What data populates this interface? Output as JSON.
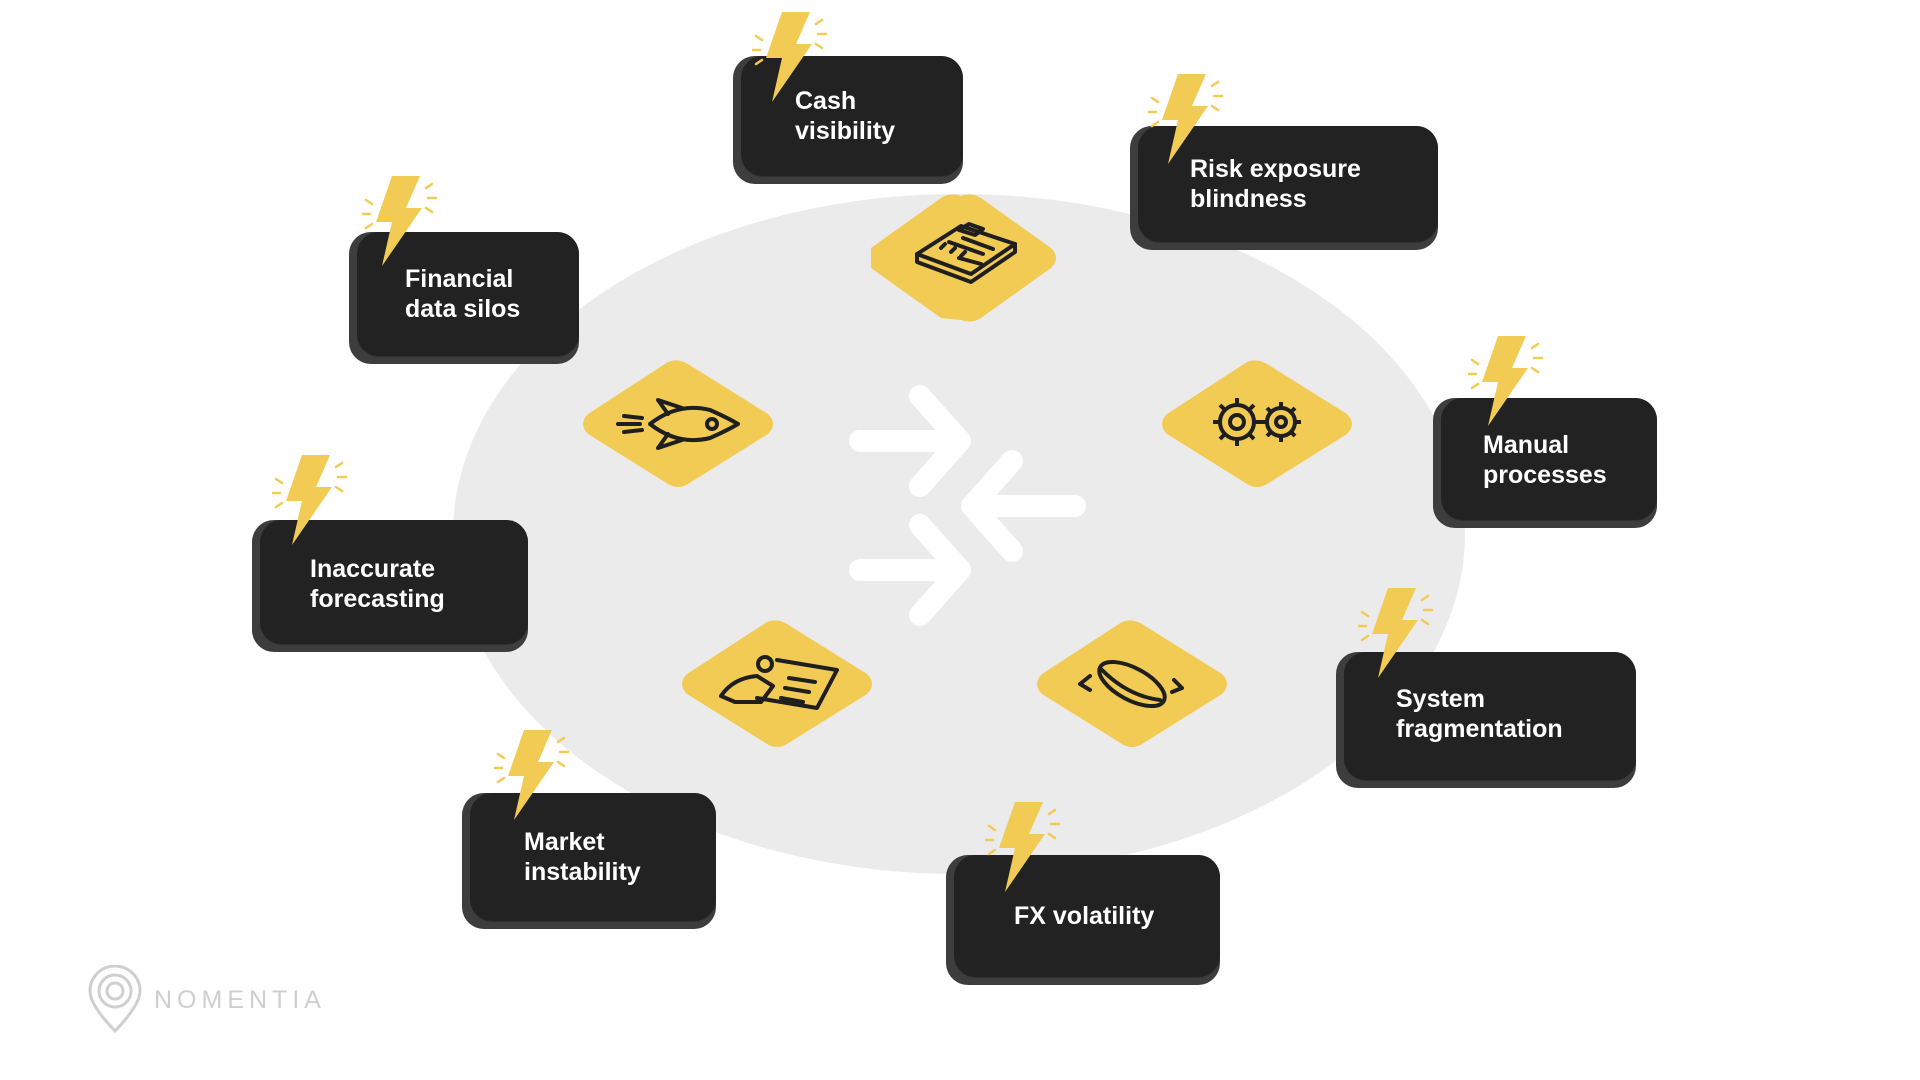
{
  "colors": {
    "background": "#ffffff",
    "ellipse": "#ebebeb",
    "card": "#222222",
    "card_shadow": "#3d3d3d",
    "accent_yellow": "#f2cb54",
    "arrow": "#ffffff",
    "logo": "#cfcfcf"
  },
  "challenges": [
    {
      "id": "cash-visibility",
      "label": "Cash\nvisibility"
    },
    {
      "id": "risk-exposure-blindness",
      "label": "Risk exposure\nblindness"
    },
    {
      "id": "financial-data-silos",
      "label": "Financial\ndata silos"
    },
    {
      "id": "manual-processes",
      "label": "Manual\nprocesses"
    },
    {
      "id": "inaccurate-forecasting",
      "label": "Inaccurate\nforecasting"
    },
    {
      "id": "system-fragmentation",
      "label": "System\nfragmentation"
    },
    {
      "id": "market-instability",
      "label": "Market\ninstability"
    },
    {
      "id": "fx-volatility",
      "label": "FX volatility"
    }
  ],
  "icons": [
    "clipboard-icon",
    "rocket-icon",
    "gears-icon",
    "person-document-icon",
    "coin-flip-icon",
    "lightning-bolt-icon",
    "converging-arrows-icon"
  ],
  "logo": {
    "text": "NOMENTIA",
    "icon": "map-pin-logo-icon"
  }
}
